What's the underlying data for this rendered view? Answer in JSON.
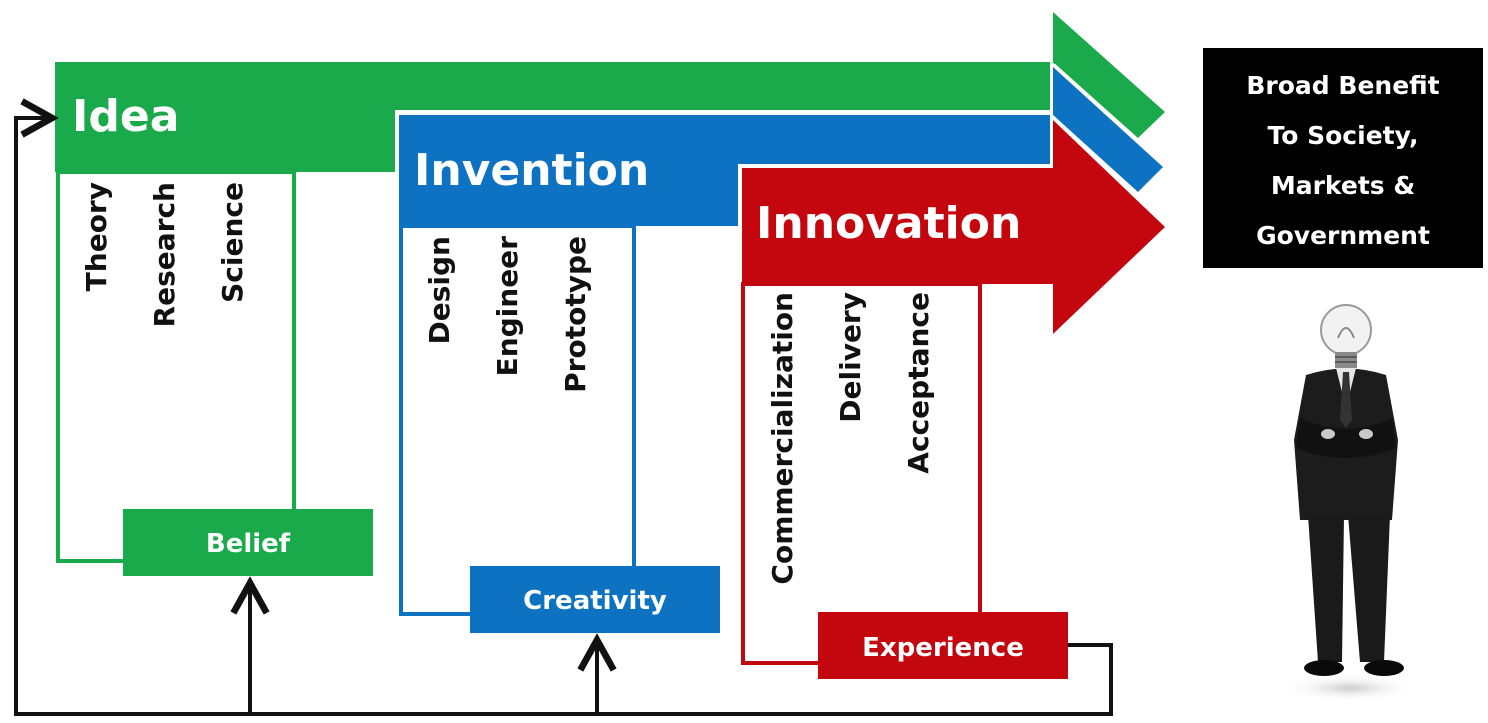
{
  "colors": {
    "idea": "#1aaa4b",
    "invention": "#0e72c2",
    "innovation": "#c4060f",
    "outcome_bg": "#000000",
    "line": "#111111"
  },
  "stages": {
    "idea": {
      "title": "Idea",
      "items": [
        "Theory",
        "Research",
        "Science"
      ],
      "base_label": "Belief"
    },
    "invention": {
      "title": "Invention",
      "items": [
        "Design",
        "Engineer",
        "Prototype"
      ],
      "base_label": "Creativity"
    },
    "innovation": {
      "title": "Innovation",
      "items": [
        "Commercialization",
        "Delivery",
        "Acceptance"
      ],
      "base_label": "Experience"
    }
  },
  "outcome": {
    "lines": [
      "Broad Benefit",
      "To Society,",
      "Markets &",
      "Government"
    ]
  },
  "figure": {
    "icon": "lightbulb-head-businessman"
  }
}
